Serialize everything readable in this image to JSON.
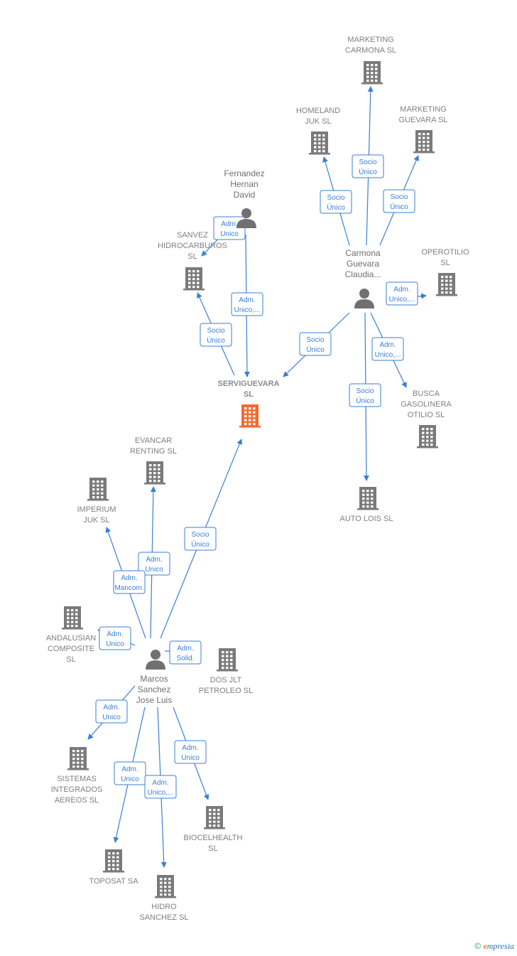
{
  "companies": [
    {
      "id": "serviguevara",
      "lines": [
        "SERVIGUEVARA",
        "SL"
      ],
      "main": true
    },
    {
      "id": "marketing-carmona",
      "lines": [
        "MARKETING",
        "CARMONA  SL"
      ]
    },
    {
      "id": "homeland-juk",
      "lines": [
        "HOMELAND",
        "JUK  SL"
      ]
    },
    {
      "id": "marketing-guevara",
      "lines": [
        "MARKETING",
        "GUEVARA  SL"
      ]
    },
    {
      "id": "sanvez",
      "lines": [
        "SANVEZ",
        "HIDROCARBUROS",
        "SL"
      ]
    },
    {
      "id": "operotilio",
      "lines": [
        "OPEROTILIO",
        "SL"
      ]
    },
    {
      "id": "busca-gasolinera",
      "lines": [
        "BUSCA",
        "GASOLINERA",
        "OTILIO  SL"
      ]
    },
    {
      "id": "auto-lois",
      "lines": [
        "AUTO LOIS  SL"
      ]
    },
    {
      "id": "evancar",
      "lines": [
        "EVANCAR",
        "RENTING  SL"
      ]
    },
    {
      "id": "imperium-juk",
      "lines": [
        "IMPERIUM",
        "JUK  SL"
      ]
    },
    {
      "id": "andalusian",
      "lines": [
        "ANDALUSIAN",
        "COMPOSITE",
        "SL"
      ]
    },
    {
      "id": "dos-jlt",
      "lines": [
        "DOS JLT",
        "PETROLEO  SL"
      ]
    },
    {
      "id": "sistemas",
      "lines": [
        "SISTEMAS",
        "INTEGRADOS",
        "AEREOS  SL"
      ]
    },
    {
      "id": "biocelhealth",
      "lines": [
        "BIOCELHEALTH",
        "SL"
      ]
    },
    {
      "id": "toposat",
      "lines": [
        "TOPOSAT SA"
      ]
    },
    {
      "id": "hidro-sanchez",
      "lines": [
        "HIDRO",
        "SANCHEZ  SL"
      ]
    }
  ],
  "people": [
    {
      "id": "fernandez",
      "lines": [
        "Fernandez",
        "Hernan",
        "David"
      ]
    },
    {
      "id": "carmona",
      "lines": [
        "Carmona",
        "Guevara",
        "Claudia..."
      ]
    },
    {
      "id": "marcos",
      "lines": [
        "Marcos",
        "Sanchez",
        "Jose Luis"
      ]
    }
  ],
  "edges": [
    {
      "from": "carmona",
      "to": "marketing-carmona",
      "label": [
        "Socio",
        "Único"
      ]
    },
    {
      "from": "carmona",
      "to": "homeland-juk",
      "label": [
        "Socio",
        "Único"
      ]
    },
    {
      "from": "carmona",
      "to": "marketing-guevara",
      "label": [
        "Socio",
        "Único"
      ]
    },
    {
      "from": "carmona",
      "to": "operotilio",
      "label": [
        "Adm.",
        "Unico,..."
      ]
    },
    {
      "from": "carmona",
      "to": "serviguevara",
      "label": [
        "Socio",
        "Único"
      ]
    },
    {
      "from": "carmona",
      "to": "busca-gasolinera",
      "label": [
        "Adm.",
        "Unico,..."
      ]
    },
    {
      "from": "carmona",
      "to": "auto-lois",
      "label": [
        "Socio",
        "Único"
      ]
    },
    {
      "from": "fernandez",
      "to": "sanvez",
      "label": [
        "Adm.",
        "Unico"
      ]
    },
    {
      "from": "fernandez",
      "to": "serviguevara",
      "label": [
        "Adm.",
        "Unico,..."
      ]
    },
    {
      "from": "serviguevara-src",
      "to": "sanvez",
      "label": [
        "Socio",
        "Único"
      ]
    },
    {
      "from": "marcos",
      "to": "serviguevara",
      "label": [
        "Socio",
        "Único"
      ]
    },
    {
      "from": "marcos",
      "to": "evancar",
      "label": [
        "Adm.",
        "Unico"
      ]
    },
    {
      "from": "marcos",
      "to": "imperium-juk",
      "label": [
        "Adm.",
        "Mancom."
      ]
    },
    {
      "from": "marcos",
      "to": "andalusian",
      "label": [
        "Adm.",
        "Unico"
      ]
    },
    {
      "from": "marcos",
      "to": "dos-jlt",
      "label": [
        "Adm.",
        "Solid."
      ]
    },
    {
      "from": "marcos",
      "to": "sistemas",
      "label": [
        "Adm.",
        "Unico"
      ]
    },
    {
      "from": "marcos",
      "to": "toposat",
      "label": [
        "Adm.",
        "Unico"
      ]
    },
    {
      "from": "marcos",
      "to": "hidro-sanchez",
      "label": [
        "Adm.",
        "Unico,..."
      ]
    },
    {
      "from": "marcos",
      "to": "biocelhealth",
      "label": [
        "Adm.",
        "Unico"
      ]
    }
  ],
  "colors": {
    "edge": "#3a7fd5",
    "building": "#7a7a7a",
    "main_building": "#f26a2e",
    "person": "#707070",
    "label": "#808080"
  },
  "footer": {
    "copyright": "©",
    "brand_initial": "e",
    "brand_rest": "mpresia"
  }
}
